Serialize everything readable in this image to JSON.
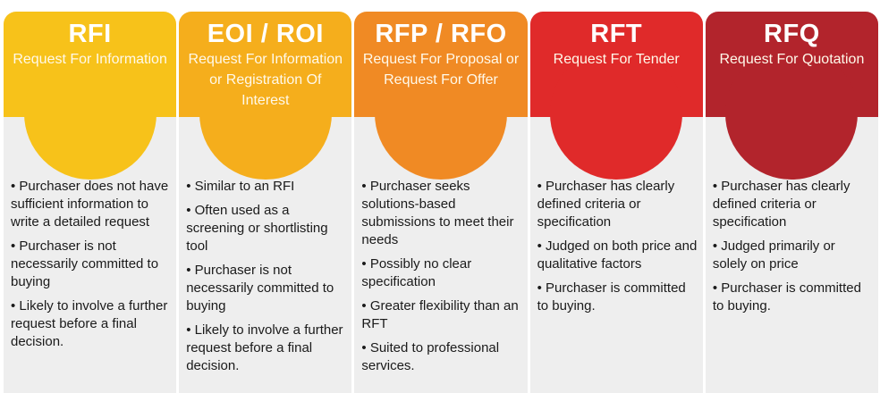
{
  "colors": {
    "rfi": "#f7c21a",
    "eoi": "#f5ae1c",
    "rfp": "#f08a24",
    "rft": "#e02a2a",
    "rfq": "#b2242c",
    "panel": "#eeeeee"
  },
  "columns": [
    {
      "abbr": "RFI",
      "full": "Request For Information",
      "bullets": [
        "Purchaser does not have sufficient information to write a detailed request",
        "Purchaser is not necessarily committed to buying",
        "Likely to involve a further request before a final decision."
      ]
    },
    {
      "abbr": "EOI / ROI",
      "full": "Request For Information or Registration Of Interest",
      "bullets": [
        "Similar to an RFI",
        "Often used as a screening or shortlisting tool",
        "Purchaser is not necessarily committed to buying",
        "Likely to involve a further request before a final decision."
      ]
    },
    {
      "abbr": "RFP / RFO",
      "full": "Request For Proposal or Request For Offer",
      "bullets": [
        "Purchaser seeks solutions-based submissions to meet their needs",
        "Possibly no clear specification",
        "Greater flexibility than an RFT",
        "Suited to professional services."
      ]
    },
    {
      "abbr": "RFT",
      "full": "Request For Tender",
      "bullets": [
        "Purchaser has clearly defined criteria or specification",
        "Judged on both price and qualitative factors",
        "Purchaser is committed to buying."
      ]
    },
    {
      "abbr": "RFQ",
      "full": "Request For Quotation",
      "bullets": [
        "Purchaser has clearly defined criteria or specification",
        "Judged primarily or solely on price",
        "Purchaser is committed to buying."
      ]
    }
  ]
}
